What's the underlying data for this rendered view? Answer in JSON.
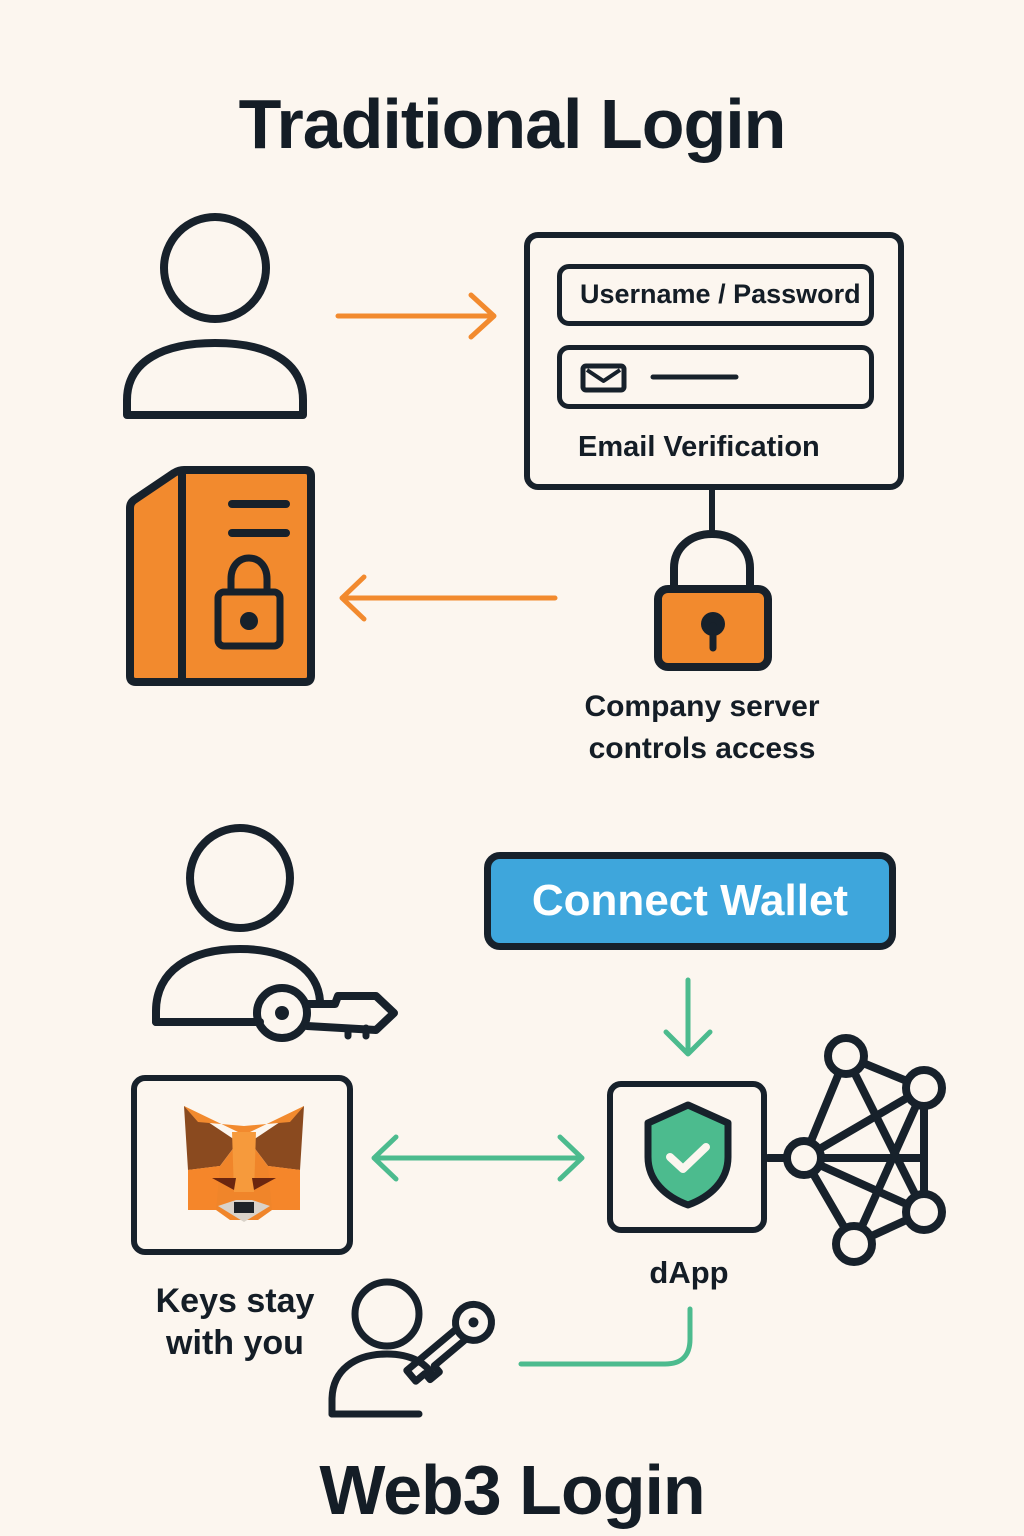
{
  "traditional": {
    "title": "Traditional Login",
    "form": {
      "credentials_field_label": "Username / Password",
      "email_field_icon": "envelope-icon",
      "email_caption": "Email Verification"
    },
    "lock_caption_line1": "Company server",
    "lock_caption_line2": "controls access",
    "icons": [
      "user-icon",
      "arrow-right-icon",
      "server-lock-icon",
      "arrow-left-icon",
      "padlock-icon"
    ],
    "accent_color": "#f28a2e"
  },
  "web3": {
    "title": "Web3 Login",
    "connect_button_label": "Connect Wallet",
    "wallet_caption_line1": "Keys stay",
    "wallet_caption_line2": "with you",
    "dapp_label": "dApp",
    "icons": [
      "user-key-icon",
      "metamask-fox-icon",
      "double-arrow-icon",
      "shield-check-icon",
      "network-icon",
      "user-key-small-icon"
    ],
    "accent_color": "#4cbb8e",
    "button_color": "#3ea6dc"
  },
  "colors": {
    "background": "#fcf6ef",
    "ink": "#17212b",
    "orange": "#f28a2e",
    "green": "#4cbb8e",
    "blue": "#3ea6dc"
  }
}
